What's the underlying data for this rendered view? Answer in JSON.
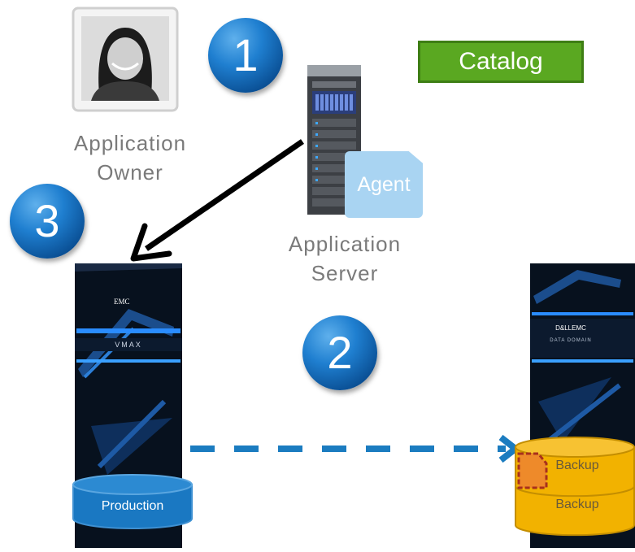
{
  "steps": [
    "1",
    "2",
    "3"
  ],
  "catalog": "Catalog",
  "agent": "Agent",
  "app_owner": [
    "Application",
    "Owner"
  ],
  "app_server": [
    "Application",
    "Server"
  ],
  "vmax": {
    "brand": "EMC",
    "model": "VMAX"
  },
  "datadomain": {
    "brand": "D&LLEMC",
    "model": "DATA DOMAIN"
  },
  "production": "Production",
  "backup_top": "Backup",
  "backup_bottom": "Backup",
  "colors": {
    "step_blue": "#1f7fd0",
    "catalog_green": "#5aa821",
    "backup_gold": "#f2b200",
    "dashed_arrow": "#1b7cc0"
  }
}
